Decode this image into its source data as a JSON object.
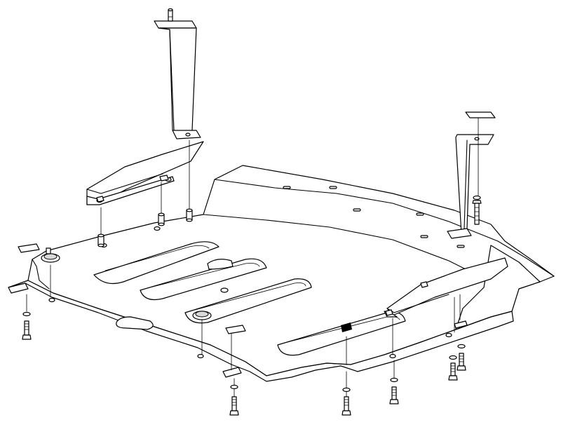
{
  "diagram": {
    "type": "exploded-assembly",
    "colors": {
      "line": "#000000",
      "background": "#ffffff",
      "shade": "#d9d9d9"
    },
    "parts": [
      "skid-plate",
      "left-upper-bracket",
      "left-lower-bracket",
      "right-upper-bracket",
      "right-lower-bracket",
      "bolt",
      "washer",
      "spacer",
      "rubber-bushing",
      "clip-nut"
    ]
  }
}
